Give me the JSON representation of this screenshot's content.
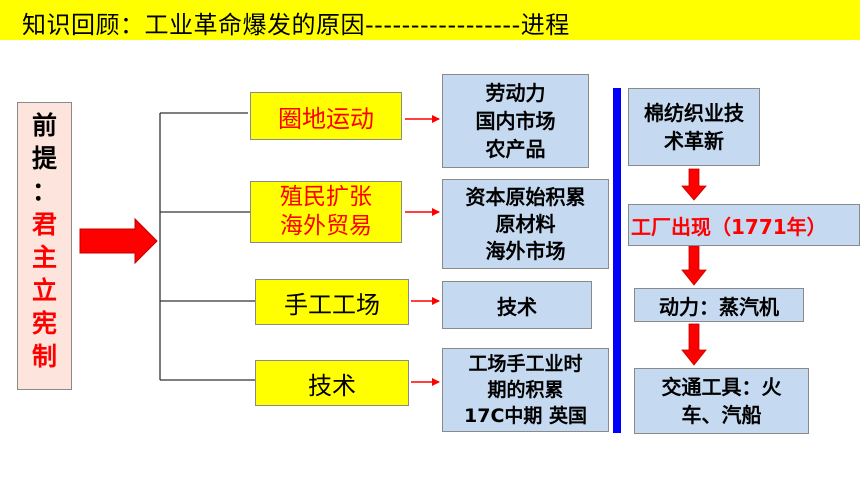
{
  "title": {
    "prefix": "知识回顾：工业革命爆发的原因",
    "dashes": "-----------------",
    "suffix": "进程"
  },
  "premise": {
    "lines": [
      "前",
      "提",
      "：",
      "君",
      "主",
      "立",
      "宪",
      "制"
    ]
  },
  "causes": [
    {
      "label_lines": [
        "圈地运动"
      ],
      "result_lines": [
        "劳动力",
        "国内市场",
        "农产品"
      ]
    },
    {
      "label_lines": [
        "殖民扩张",
        "海外贸易"
      ],
      "result_lines": [
        "资本原始积累",
        "原材料",
        "海外市场"
      ]
    },
    {
      "label_lines": [
        "手工工场"
      ],
      "result_lines": [
        "技术"
      ]
    },
    {
      "label_lines": [
        "技术"
      ],
      "result_lines": [
        "工场手工业时",
        "期的积累",
        "17C中期 英国"
      ]
    }
  ],
  "process": [
    {
      "lines": [
        "棉纺织业技",
        "术革新"
      ]
    },
    {
      "lines": [
        "工厂出现（1771年）"
      ]
    },
    {
      "lines": [
        "动力：蒸汽机"
      ]
    },
    {
      "lines": [
        "交通工具：火",
        "车、汽船"
      ]
    }
  ],
  "colors": {
    "title_bg": "#ffff00",
    "highlight_red": "#ff0000",
    "light_blue": "#c5d9f0",
    "divider_blue": "#0000ff",
    "premise_bg": "#fde4dc"
  }
}
